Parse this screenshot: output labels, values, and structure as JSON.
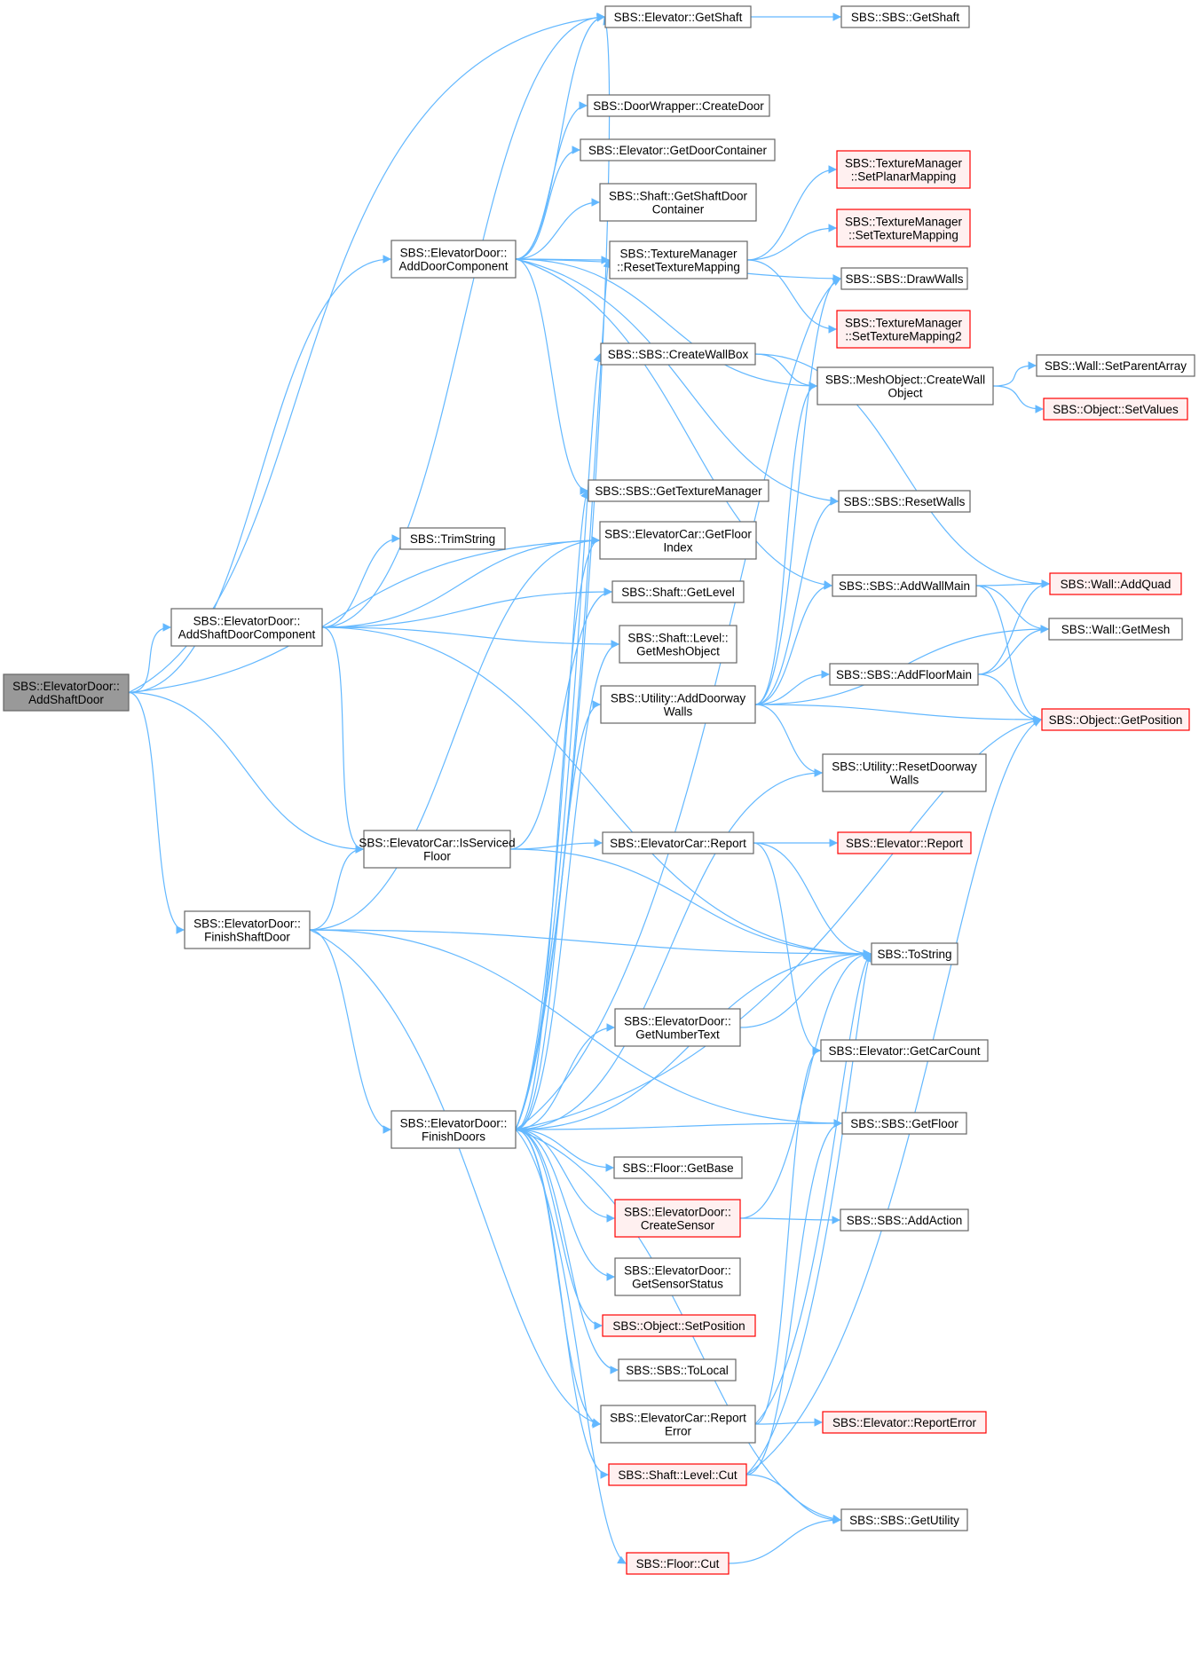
{
  "diagram": {
    "type": "call-graph",
    "colors": {
      "edge": "#63b8ff",
      "node_border": "#666666",
      "node_fill": "#ffffff",
      "root_fill": "#999999",
      "root_border": "#666666",
      "truncated_border": "#ff0000",
      "truncated_fill": "#fff0f0"
    },
    "nodes": [
      {
        "id": "root",
        "lines": [
          "SBS::ElevatorDoor::",
          "AddShaftDoor"
        ],
        "style": "root"
      },
      {
        "id": "adc",
        "lines": [
          "SBS::ElevatorDoor::",
          "AddDoorComponent"
        ],
        "style": "normal"
      },
      {
        "id": "asdc",
        "lines": [
          "SBS::ElevatorDoor::",
          "AddShaftDoorComponent"
        ],
        "style": "normal"
      },
      {
        "id": "isf",
        "lines": [
          "SBS::ElevatorCar::IsServiced",
          "Floor"
        ],
        "style": "normal"
      },
      {
        "id": "fsd",
        "lines": [
          "SBS::ElevatorDoor::",
          "FinishShaftDoor"
        ],
        "style": "normal"
      },
      {
        "id": "fd",
        "lines": [
          "SBS::ElevatorDoor::",
          "FinishDoors"
        ],
        "style": "normal"
      },
      {
        "id": "trim",
        "lines": [
          "SBS::TrimString"
        ],
        "style": "normal"
      },
      {
        "id": "egs",
        "lines": [
          "SBS::Elevator::GetShaft"
        ],
        "style": "normal"
      },
      {
        "id": "dwcd",
        "lines": [
          "SBS::DoorWrapper::CreateDoor"
        ],
        "style": "normal"
      },
      {
        "id": "egdc",
        "lines": [
          "SBS::Elevator::GetDoorContainer"
        ],
        "style": "normal"
      },
      {
        "id": "sgsdc",
        "lines": [
          "SBS::Shaft::GetShaftDoor",
          "Container"
        ],
        "style": "normal"
      },
      {
        "id": "tmrtm",
        "lines": [
          "SBS::TextureManager",
          "::ResetTextureMapping"
        ],
        "style": "normal"
      },
      {
        "id": "cwb",
        "lines": [
          "SBS::SBS::CreateWallBox"
        ],
        "style": "normal"
      },
      {
        "id": "gtm",
        "lines": [
          "SBS::SBS::GetTextureManager"
        ],
        "style": "normal"
      },
      {
        "id": "ecgfi",
        "lines": [
          "SBS::ElevatorCar::GetFloor",
          "Index"
        ],
        "style": "normal"
      },
      {
        "id": "sgl",
        "lines": [
          "SBS::Shaft::GetLevel"
        ],
        "style": "normal"
      },
      {
        "id": "slgmo",
        "lines": [
          "SBS::Shaft::Level::",
          "GetMeshObject"
        ],
        "style": "normal"
      },
      {
        "id": "uadw",
        "lines": [
          "SBS::Utility::AddDoorway",
          "Walls"
        ],
        "style": "normal"
      },
      {
        "id": "ecr",
        "lines": [
          "SBS::ElevatorCar::Report"
        ],
        "style": "normal"
      },
      {
        "id": "gnt",
        "lines": [
          "SBS::ElevatorDoor::",
          "GetNumberText"
        ],
        "style": "normal"
      },
      {
        "id": "fgb",
        "lines": [
          "SBS::Floor::GetBase"
        ],
        "style": "normal"
      },
      {
        "id": "cs",
        "lines": [
          "SBS::ElevatorDoor::",
          "CreateSensor"
        ],
        "style": "truncated"
      },
      {
        "id": "gss",
        "lines": [
          "SBS::ElevatorDoor::",
          "GetSensorStatus"
        ],
        "style": "normal"
      },
      {
        "id": "osp",
        "lines": [
          "SBS::Object::SetPosition"
        ],
        "style": "truncated"
      },
      {
        "id": "stl",
        "lines": [
          "SBS::SBS::ToLocal"
        ],
        "style": "normal"
      },
      {
        "id": "ecre",
        "lines": [
          "SBS::ElevatorCar::Report",
          "Error"
        ],
        "style": "normal"
      },
      {
        "id": "slc",
        "lines": [
          "SBS::Shaft::Level::Cut"
        ],
        "style": "truncated"
      },
      {
        "id": "fc",
        "lines": [
          "SBS::Floor::Cut"
        ],
        "style": "truncated"
      },
      {
        "id": "sgshaft",
        "lines": [
          "SBS::SBS::GetShaft"
        ],
        "style": "normal"
      },
      {
        "id": "tmspm",
        "lines": [
          "SBS::TextureManager",
          "::SetPlanarMapping"
        ],
        "style": "truncated"
      },
      {
        "id": "tmstm",
        "lines": [
          "SBS::TextureManager",
          "::SetTextureMapping"
        ],
        "style": "truncated"
      },
      {
        "id": "sdw",
        "lines": [
          "SBS::SBS::DrawWalls"
        ],
        "style": "normal"
      },
      {
        "id": "tmstm2",
        "lines": [
          "SBS::TextureManager",
          "::SetTextureMapping2"
        ],
        "style": "truncated"
      },
      {
        "id": "mocwo",
        "lines": [
          "SBS::MeshObject::CreateWall",
          "Object"
        ],
        "style": "normal"
      },
      {
        "id": "srw",
        "lines": [
          "SBS::SBS::ResetWalls"
        ],
        "style": "normal"
      },
      {
        "id": "sawm",
        "lines": [
          "SBS::SBS::AddWallMain"
        ],
        "style": "normal"
      },
      {
        "id": "safm",
        "lines": [
          "SBS::SBS::AddFloorMain"
        ],
        "style": "normal"
      },
      {
        "id": "urdw",
        "lines": [
          "SBS::Utility::ResetDoorway",
          "Walls"
        ],
        "style": "normal"
      },
      {
        "id": "er",
        "lines": [
          "SBS::Elevator::Report"
        ],
        "style": "truncated"
      },
      {
        "id": "ts",
        "lines": [
          "SBS::ToString"
        ],
        "style": "normal"
      },
      {
        "id": "egcc",
        "lines": [
          "SBS::Elevator::GetCarCount"
        ],
        "style": "normal"
      },
      {
        "id": "sgf",
        "lines": [
          "SBS::SBS::GetFloor"
        ],
        "style": "normal"
      },
      {
        "id": "saa",
        "lines": [
          "SBS::SBS::AddAction"
        ],
        "style": "normal"
      },
      {
        "id": "ere",
        "lines": [
          "SBS::Elevator::ReportError"
        ],
        "style": "truncated"
      },
      {
        "id": "sgu",
        "lines": [
          "SBS::SBS::GetUtility"
        ],
        "style": "normal"
      },
      {
        "id": "wspa",
        "lines": [
          "SBS::Wall::SetParentArray"
        ],
        "style": "normal"
      },
      {
        "id": "osv",
        "lines": [
          "SBS::Object::SetValues"
        ],
        "style": "truncated"
      },
      {
        "id": "waq",
        "lines": [
          "SBS::Wall::AddQuad"
        ],
        "style": "truncated"
      },
      {
        "id": "wgm",
        "lines": [
          "SBS::Wall::GetMesh"
        ],
        "style": "normal"
      },
      {
        "id": "ogp",
        "lines": [
          "SBS::Object::GetPosition"
        ],
        "style": "truncated"
      }
    ],
    "edges": [
      [
        "root",
        "egs"
      ],
      [
        "root",
        "adc"
      ],
      [
        "root",
        "asdc"
      ],
      [
        "root",
        "ecgfi"
      ],
      [
        "root",
        "isf"
      ],
      [
        "root",
        "fsd"
      ],
      [
        "adc",
        "egs"
      ],
      [
        "adc",
        "dwcd"
      ],
      [
        "adc",
        "egdc"
      ],
      [
        "adc",
        "sgsdc"
      ],
      [
        "adc",
        "tmrtm"
      ],
      [
        "adc",
        "sdw"
      ],
      [
        "adc",
        "gtm"
      ],
      [
        "adc",
        "mocwo"
      ],
      [
        "adc",
        "srw"
      ],
      [
        "adc",
        "sawm"
      ],
      [
        "asdc",
        "egs"
      ],
      [
        "asdc",
        "trim"
      ],
      [
        "asdc",
        "ecgfi"
      ],
      [
        "asdc",
        "sgl"
      ],
      [
        "asdc",
        "slgmo"
      ],
      [
        "asdc",
        "isf"
      ],
      [
        "asdc",
        "ts"
      ],
      [
        "fsd",
        "ecgfi"
      ],
      [
        "fsd",
        "isf"
      ],
      [
        "fsd",
        "fd"
      ],
      [
        "fsd",
        "ts"
      ],
      [
        "fsd",
        "sgf"
      ],
      [
        "fsd",
        "ecre"
      ],
      [
        "isf",
        "sgl"
      ],
      [
        "isf",
        "ecr"
      ],
      [
        "isf",
        "ts"
      ],
      [
        "fd",
        "egs"
      ],
      [
        "fd",
        "tmrtm"
      ],
      [
        "fd",
        "cwb"
      ],
      [
        "fd",
        "gtm"
      ],
      [
        "fd",
        "ecgfi"
      ],
      [
        "fd",
        "slgmo"
      ],
      [
        "fd",
        "uadw"
      ],
      [
        "fd",
        "urdw"
      ],
      [
        "fd",
        "ts"
      ],
      [
        "fd",
        "gnt"
      ],
      [
        "fd",
        "sgf"
      ],
      [
        "fd",
        "fgb"
      ],
      [
        "fd",
        "cs"
      ],
      [
        "fd",
        "gss"
      ],
      [
        "fd",
        "osp"
      ],
      [
        "fd",
        "stl"
      ],
      [
        "fd",
        "ecre"
      ],
      [
        "fd",
        "slc"
      ],
      [
        "fd",
        "sgu"
      ],
      [
        "fd",
        "fc"
      ],
      [
        "fd",
        "ogp"
      ],
      [
        "fd",
        "sdw"
      ],
      [
        "egs",
        "sgshaft"
      ],
      [
        "tmrtm",
        "tmspm"
      ],
      [
        "tmrtm",
        "tmstm"
      ],
      [
        "tmrtm",
        "tmstm2"
      ],
      [
        "cwb",
        "mocwo"
      ],
      [
        "cwb",
        "waq"
      ],
      [
        "mocwo",
        "wspa"
      ],
      [
        "mocwo",
        "osv"
      ],
      [
        "uadw",
        "sdw"
      ],
      [
        "uadw",
        "mocwo"
      ],
      [
        "uadw",
        "srw"
      ],
      [
        "uadw",
        "sawm"
      ],
      [
        "uadw",
        "wgm"
      ],
      [
        "uadw",
        "safm"
      ],
      [
        "uadw",
        "ogp"
      ],
      [
        "uadw",
        "urdw"
      ],
      [
        "sawm",
        "waq"
      ],
      [
        "sawm",
        "wgm"
      ],
      [
        "sawm",
        "ogp"
      ],
      [
        "safm",
        "waq"
      ],
      [
        "safm",
        "wgm"
      ],
      [
        "safm",
        "ogp"
      ],
      [
        "ecr",
        "er"
      ],
      [
        "ecr",
        "ts"
      ],
      [
        "ecr",
        "egcc"
      ],
      [
        "gnt",
        "ts"
      ],
      [
        "cs",
        "ts"
      ],
      [
        "cs",
        "saa"
      ],
      [
        "ecre",
        "ere"
      ],
      [
        "ecre",
        "ts"
      ],
      [
        "ecre",
        "egcc"
      ],
      [
        "slc",
        "ts"
      ],
      [
        "slc",
        "sgf"
      ],
      [
        "slc",
        "sgu"
      ],
      [
        "slc",
        "ogp"
      ],
      [
        "fc",
        "sgu"
      ]
    ]
  }
}
